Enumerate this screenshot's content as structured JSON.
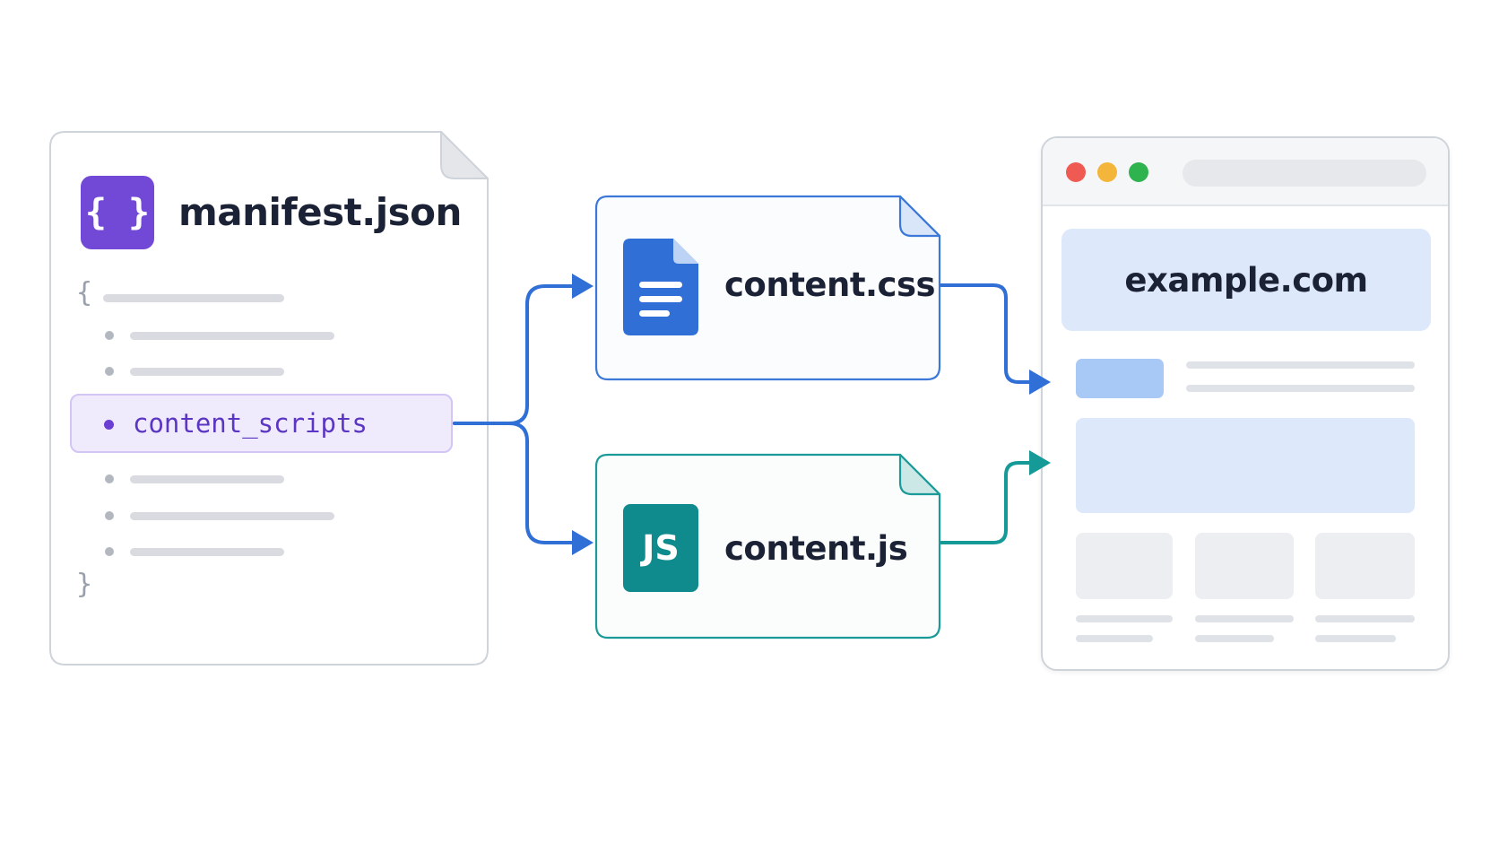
{
  "manifest": {
    "icon": "curly-braces-icon",
    "icon_glyph": "{ }",
    "title": "manifest.json",
    "open_brace": "{",
    "close_brace": "}",
    "highlighted_key": "content_scripts"
  },
  "files": {
    "css": {
      "title": "content.css",
      "icon": "document-icon"
    },
    "js": {
      "title": "content.js",
      "icon_text": "JS"
    }
  },
  "browser": {
    "site": "example.com"
  },
  "colors": {
    "manifest_accent": "#7149d6",
    "css_accent": "#2f6fd6",
    "js_accent": "#0f8b8d",
    "hero_bg": "#dde9fb"
  }
}
